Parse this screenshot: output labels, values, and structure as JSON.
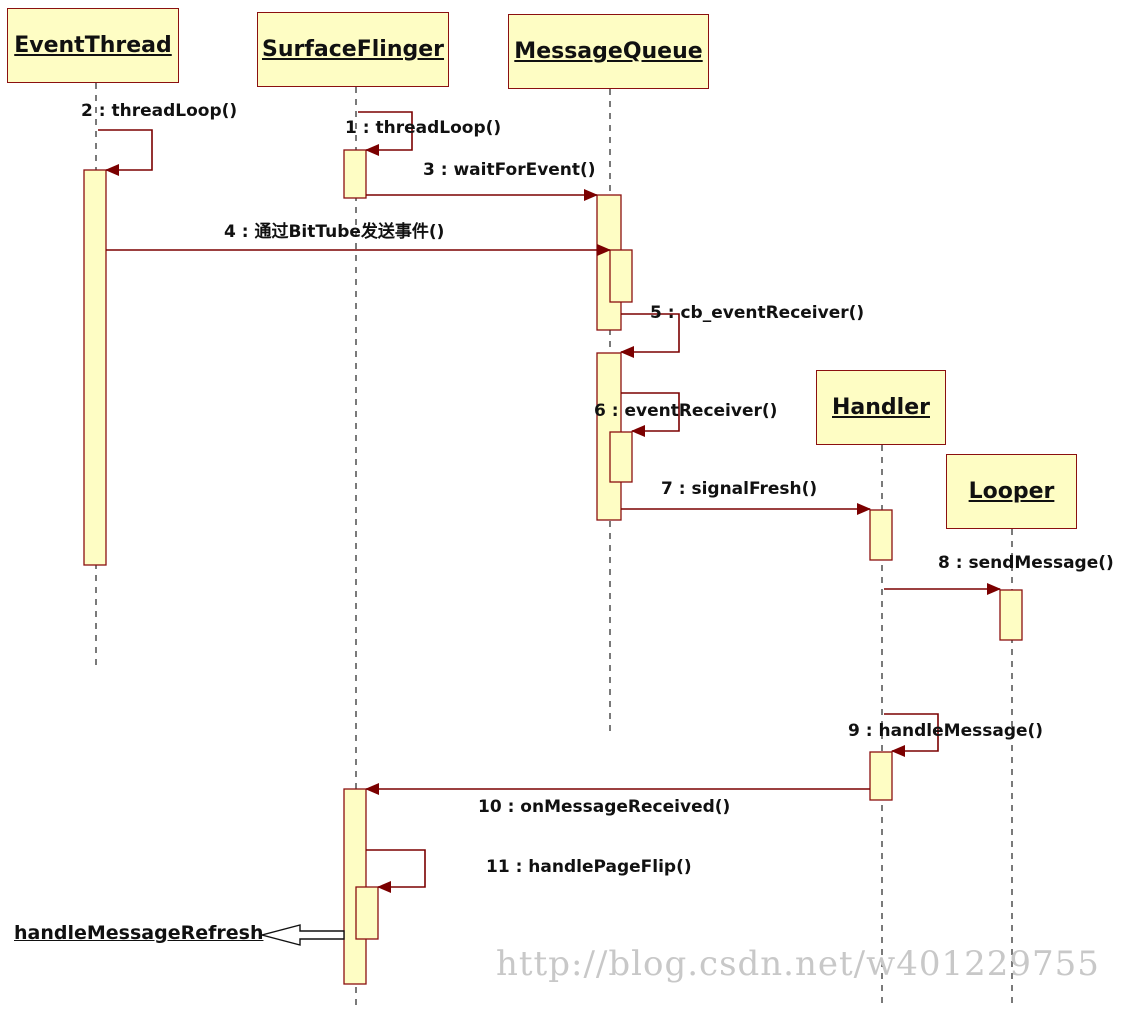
{
  "objects": {
    "event_thread": "EventThread",
    "surface_flinger": "SurfaceFlinger",
    "message_queue": "MessageQueue",
    "handler": "Handler",
    "looper": "Looper"
  },
  "messages": {
    "m1": "1 : threadLoop()",
    "m2": "2 : threadLoop()",
    "m3": "3 : waitForEvent()",
    "m4": "4 : 通过BitTube发送事件()",
    "m5": "5 : cb_eventReceiver()",
    "m6": "6 : eventReceiver()",
    "m7": "7 : signalFresh()",
    "m8": "8 : sendMessage()",
    "m9": "9 : handleMessage()",
    "m10": "10 : onMessageReceived()",
    "m11": "11 : handlePageFlip()"
  },
  "external_call": "handleMessageRefresh",
  "watermark": "http://blog.csdn.net/w401229755",
  "colors": {
    "arrow": "#7b0000",
    "activation_fill": "#fefdc4",
    "border": "#8b1010"
  }
}
